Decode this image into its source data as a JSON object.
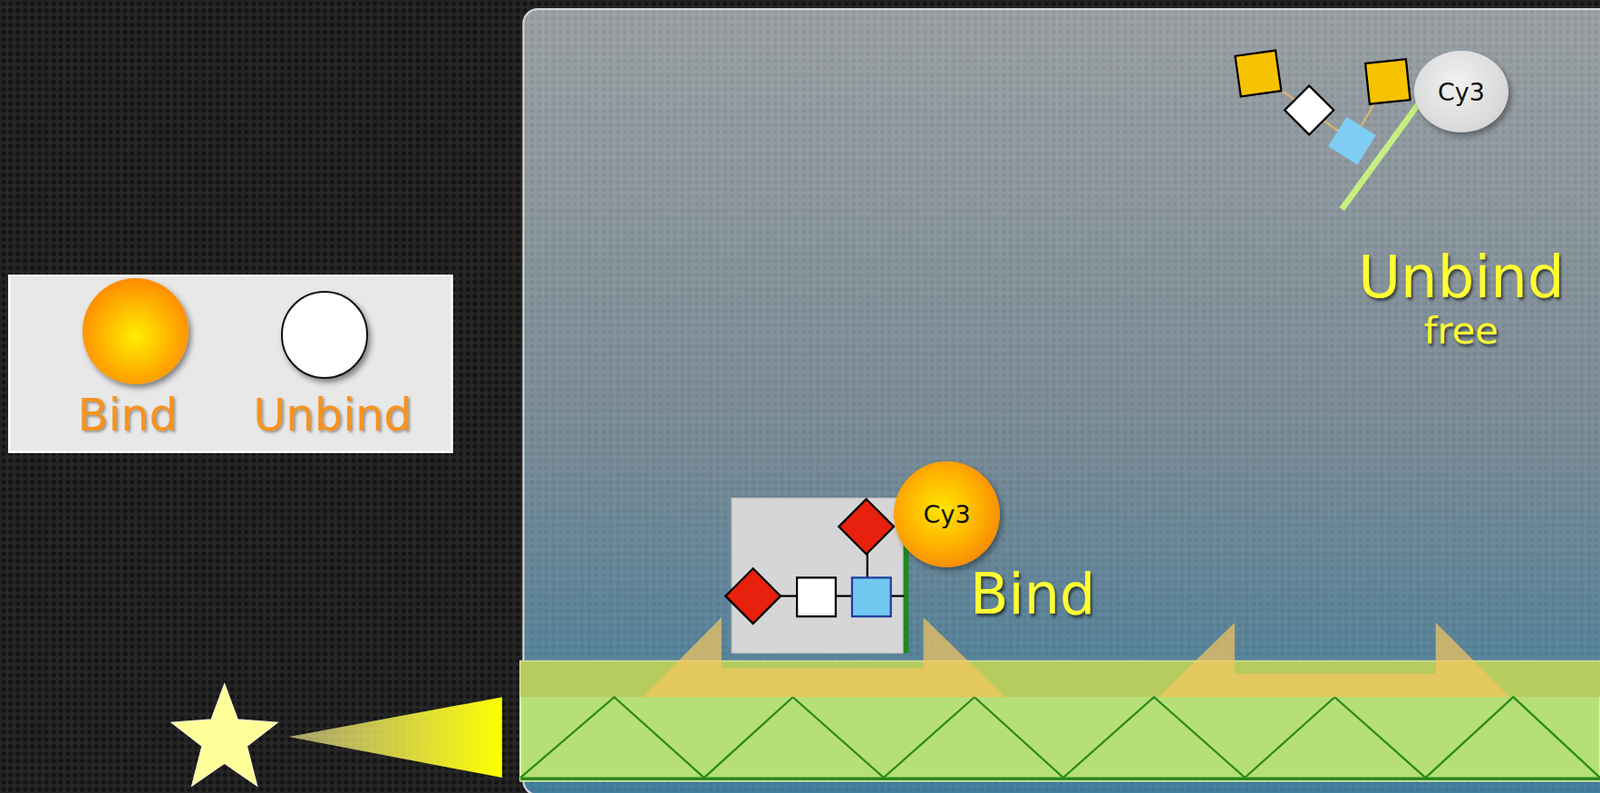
{
  "diagram": {
    "nodes": [
      {
        "text": [
          "Cy3"
        ]
      },
      {
        "text": [
          "Cy3"
        ]
      }
    ],
    "labels": [
      "Unbind",
      "free",
      "Bind"
    ],
    "legend": [
      {
        "text": "Bind",
        "color": "#ff8a00"
      },
      {
        "text": "Unbind",
        "color": "#ffffff"
      }
    ]
  }
}
